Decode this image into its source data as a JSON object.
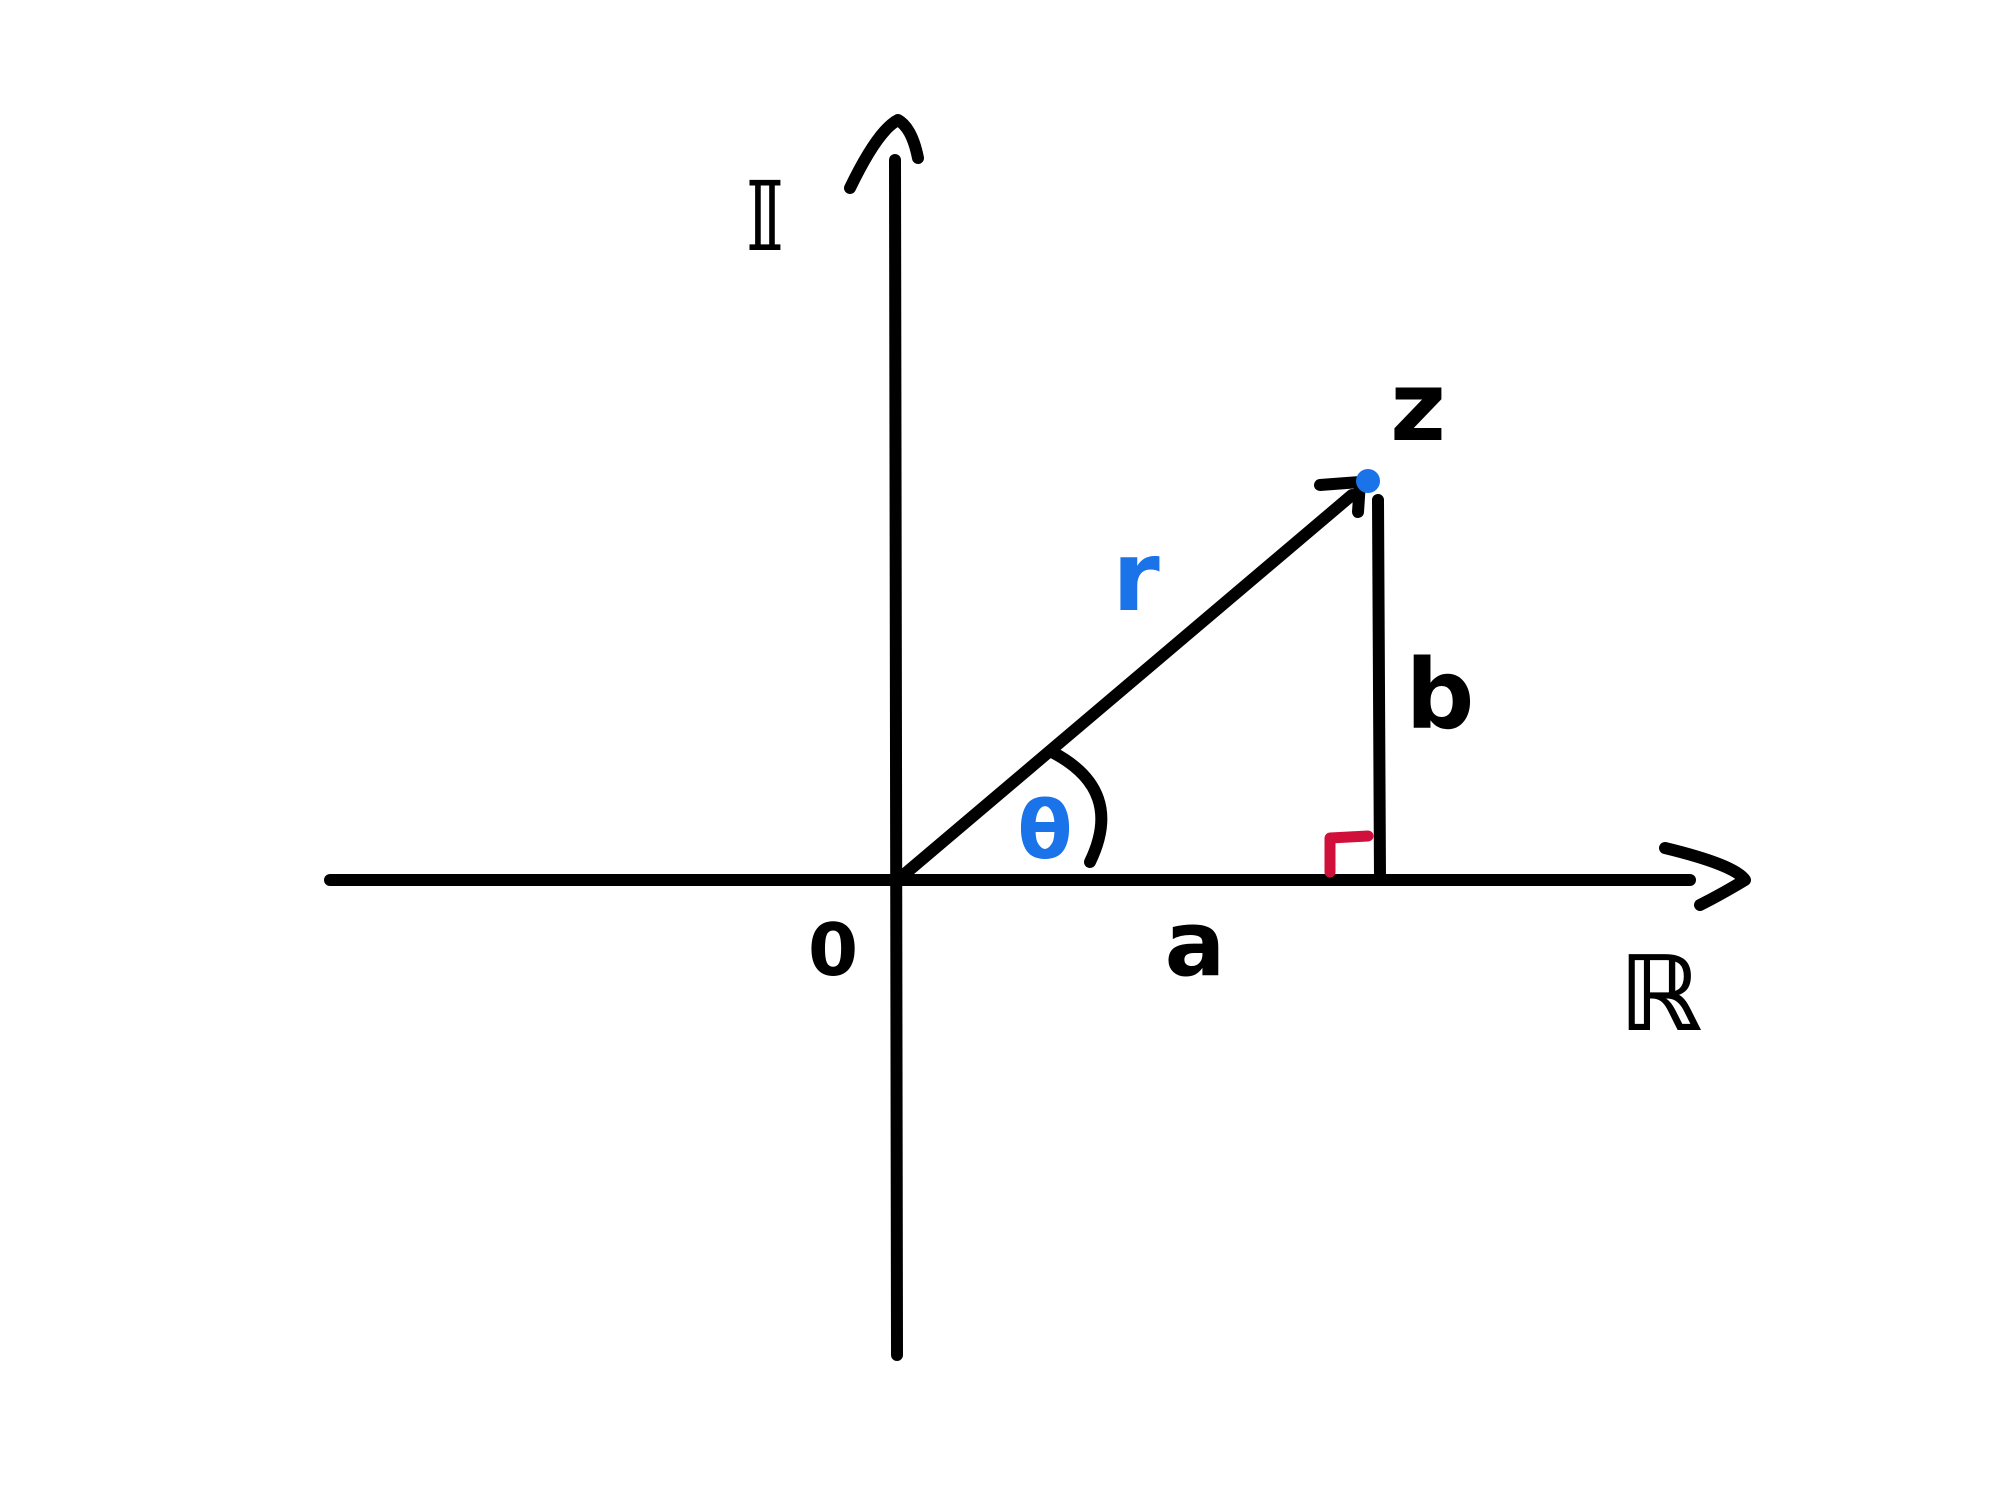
{
  "diagram": {
    "labels": {
      "imaginary_axis": "𝕀",
      "real_axis": "ℝ",
      "origin": "0",
      "point": "z",
      "modulus": "r",
      "angle": "θ",
      "horizontal_leg": "a",
      "vertical_leg": "b"
    },
    "colors": {
      "ink": "#000000",
      "highlight": "#1a73e8",
      "right_angle": "#d0103a",
      "background": "#ffffff"
    }
  }
}
